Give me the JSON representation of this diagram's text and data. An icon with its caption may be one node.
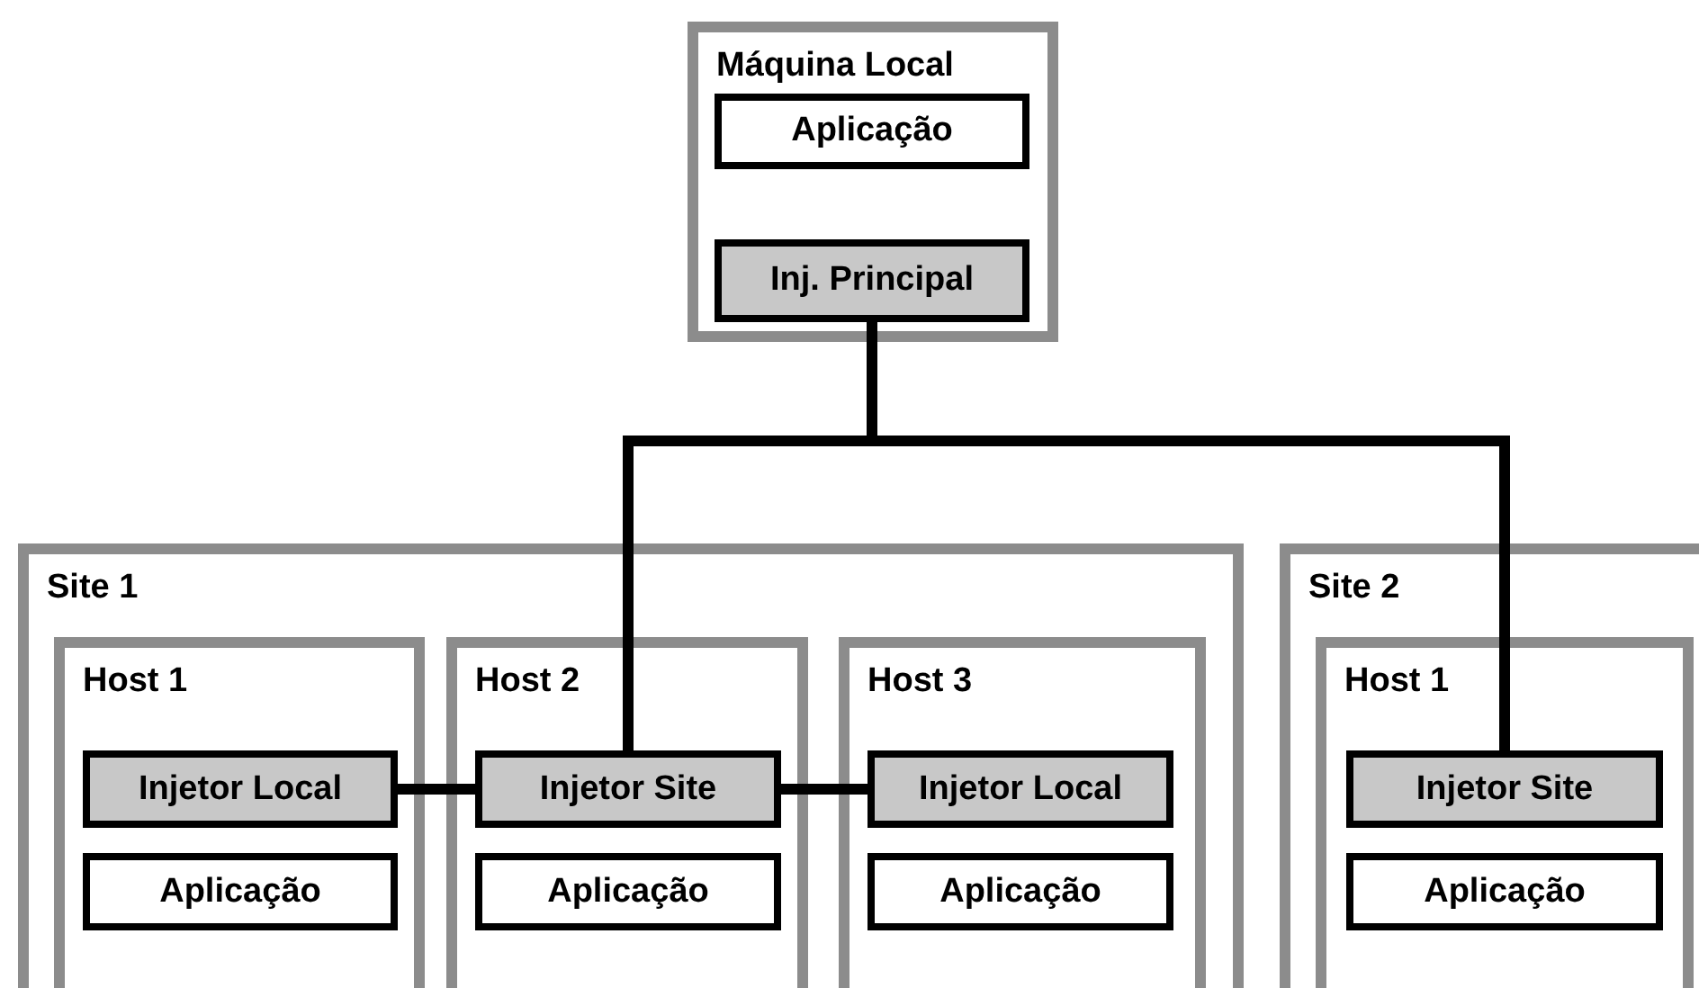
{
  "diagram": {
    "nodes": [
      {
        "text": [
          "Máquina Local"
        ]
      },
      {
        "text": [
          "Aplicação"
        ],
        "in": 0
      },
      {
        "text": [
          "Inj. Principal"
        ],
        "in": 0
      },
      {
        "text": [
          "Site 1"
        ]
      },
      {
        "text": [
          "Host 1"
        ],
        "in": 3
      },
      {
        "text": [
          "Injetor Local"
        ],
        "in": 4
      },
      {
        "text": [
          "Aplicação"
        ],
        "in": 4
      },
      {
        "text": [
          "Host 2"
        ],
        "in": 3
      },
      {
        "text": [
          "Injetor Site"
        ],
        "in": 7
      },
      {
        "text": [
          "Aplicação"
        ],
        "in": 7
      },
      {
        "text": [
          "Host 3"
        ],
        "in": 3
      },
      {
        "text": [
          "Injetor Local"
        ],
        "in": 10
      },
      {
        "text": [
          "Aplicação"
        ],
        "in": 10
      },
      {
        "text": [
          "Site 2"
        ]
      },
      {
        "text": [
          "Host 1"
        ],
        "in": 13
      },
      {
        "text": [
          "Injetor Site"
        ],
        "in": 14
      },
      {
        "text": [
          "Aplicação"
        ],
        "in": 14
      }
    ],
    "edges": [
      {
        "from": 2,
        "to": 8,
        "arrow": "none"
      },
      {
        "from": 2,
        "to": 15,
        "arrow": "none"
      },
      {
        "from": 5,
        "to": 8,
        "arrow": "none"
      },
      {
        "from": 8,
        "to": 11,
        "arrow": "none"
      }
    ]
  }
}
